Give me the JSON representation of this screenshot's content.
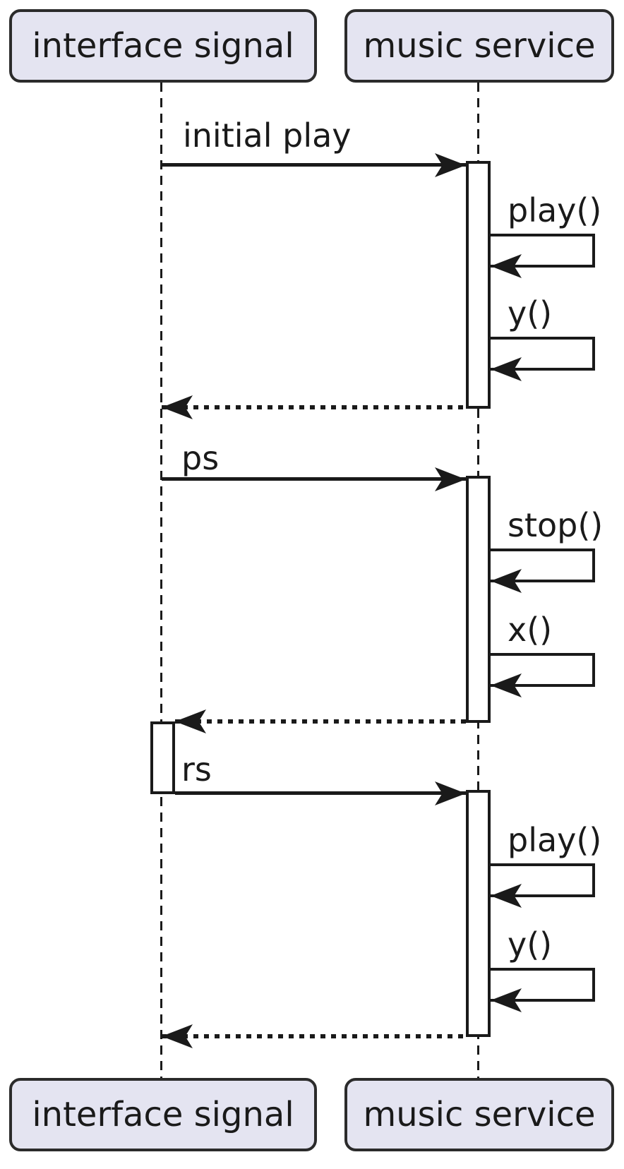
{
  "diagram_type": "uml-sequence",
  "participants": [
    {
      "name": "interface signal"
    },
    {
      "name": "music service"
    }
  ],
  "messages": [
    {
      "label": "initial play",
      "from": "interface signal",
      "to": "music service",
      "style": "solid-arrow"
    },
    {
      "label": "play()",
      "from": "music service",
      "to": "music service",
      "style": "self-call"
    },
    {
      "label": "y()",
      "from": "music service",
      "to": "music service",
      "style": "self-call"
    },
    {
      "label": "",
      "from": "music service",
      "to": "interface signal",
      "style": "dotted-return"
    },
    {
      "label": "ps",
      "from": "interface signal",
      "to": "music service",
      "style": "solid-arrow"
    },
    {
      "label": "stop()",
      "from": "music service",
      "to": "music service",
      "style": "self-call"
    },
    {
      "label": "x()",
      "from": "music service",
      "to": "music service",
      "style": "self-call"
    },
    {
      "label": "",
      "from": "music service",
      "to": "interface signal",
      "style": "dotted-return"
    },
    {
      "label": "rs",
      "from": "interface signal",
      "to": "music service",
      "style": "solid-arrow"
    },
    {
      "label": "play()",
      "from": "music service",
      "to": "music service",
      "style": "self-call"
    },
    {
      "label": "y()",
      "from": "music service",
      "to": "music service",
      "style": "self-call"
    },
    {
      "label": "",
      "from": "music service",
      "to": "interface signal",
      "style": "dotted-return"
    }
  ],
  "colors": {
    "background": "#ffffff",
    "participant_fill": "#e4e4f1",
    "participant_border": "#2b2b2b",
    "line": "#1a1a1a"
  }
}
